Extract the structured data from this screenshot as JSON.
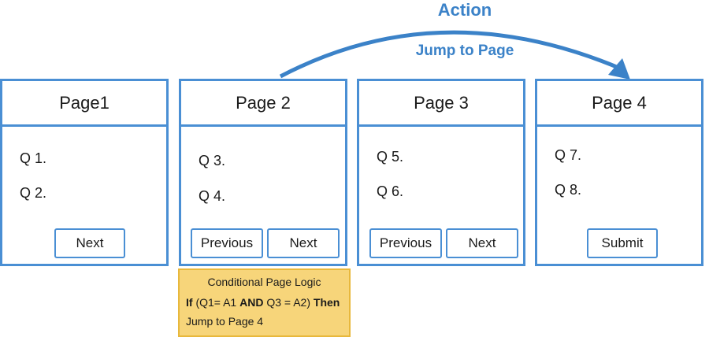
{
  "action": {
    "title": "Action",
    "subtitle": "Jump to Page"
  },
  "pages": [
    {
      "title": "Page1",
      "questions": [
        "Q 1.",
        "Q 2."
      ],
      "buttons": [
        "Next"
      ]
    },
    {
      "title": "Page 2",
      "questions": [
        "Q 3.",
        "Q 4."
      ],
      "buttons": [
        "Previous",
        "Next"
      ]
    },
    {
      "title": "Page 3",
      "questions": [
        "Q 5.",
        "Q 6."
      ],
      "buttons": [
        "Previous",
        "Next"
      ]
    },
    {
      "title": "Page 4",
      "questions": [
        "Q 7.",
        "Q 8."
      ],
      "buttons": [
        "Submit"
      ]
    }
  ],
  "logic": {
    "title": "Conditional Page Logic",
    "if_kw": "If",
    "cond_a": "(Q1= A1 ",
    "and_kw": "AND",
    "cond_b": " Q3 = A2) ",
    "then_kw": "Then",
    "action": "Jump to Page 4"
  },
  "colors": {
    "accent": "#4a8fd4",
    "action_text": "#3b82c8",
    "logic_fill": "#f7d57a",
    "logic_border": "#e8b83c"
  }
}
